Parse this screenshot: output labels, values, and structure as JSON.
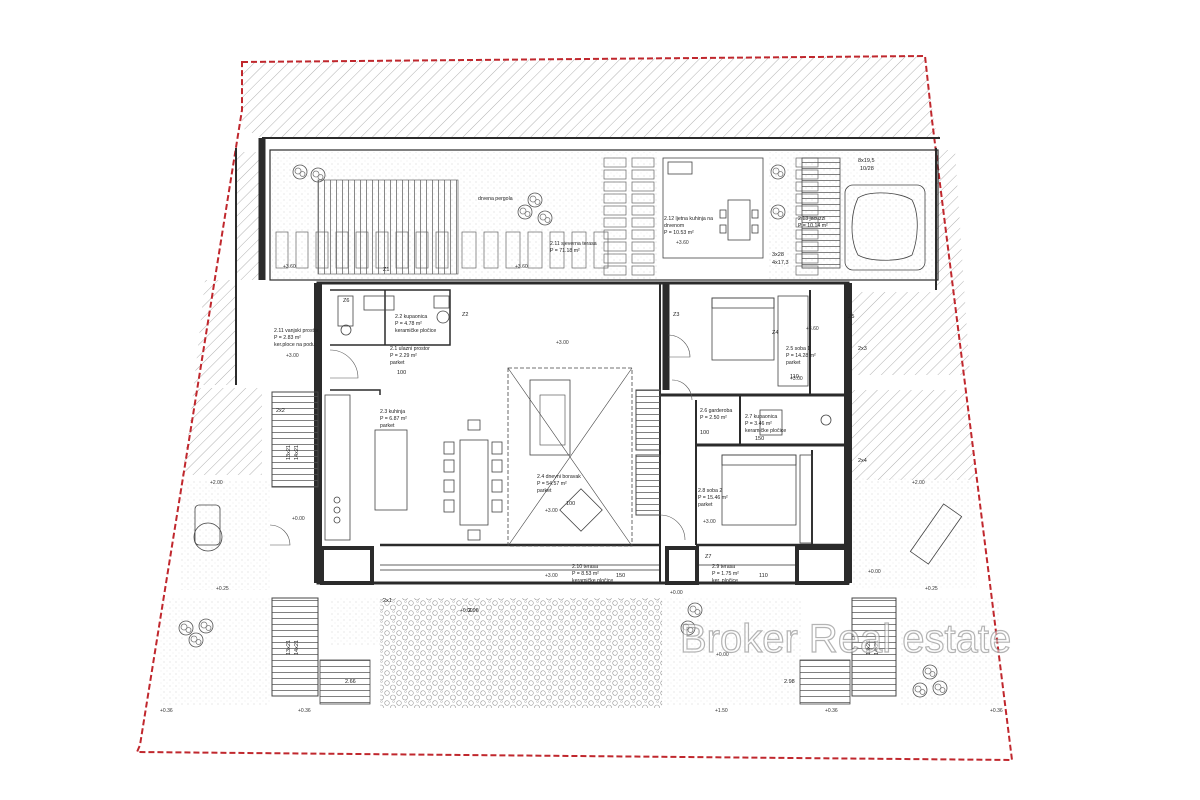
{
  "rooms": {
    "r1": [
      "2.11 vanjski prostor",
      "P = 2.83 m²",
      "ker.ploce na podu"
    ],
    "r2": [
      "2.2 kupaonica",
      "P = 4.78 m²",
      "keramičke pločice"
    ],
    "r3": [
      "2.1 ulazni prostor",
      "P = 2.29 m²",
      "parket"
    ],
    "r4": [
      "2.3 kuhinja",
      "P = 6.87 m²",
      "parket"
    ],
    "r5": [
      "2.4 dnevni boravak",
      "P = 54.57 m²",
      "parket"
    ],
    "r6": [
      "2.5 soba 1",
      "P = 14.28 m²",
      "parket"
    ],
    "r7": [
      "2.6 garderoba",
      "P = 2.50 m²"
    ],
    "r8": [
      "2.7 kupaonica",
      "P = 3.46 m²",
      "keramičke pločice"
    ],
    "r9": [
      "2.8 soba 2",
      "P = 15.46 m²",
      "parket"
    ],
    "r10": [
      "2.9 terasa",
      "P = 1.75 m²",
      "ker. pločice"
    ],
    "r11": [
      "2.10 terasa",
      "P = 8.53 m²",
      "keramičke pločice"
    ],
    "r12": [
      "2.11 sjeverna terasa",
      "P = 71.18 m²"
    ],
    "r13": [
      "2.12 ljetna kuhinja na",
      "drvenom",
      "P = 10.53 m²"
    ],
    "r14": [
      "2.13 jacuzzi",
      "P = 10.14 m²"
    ],
    "pergola": "drvena pergola"
  },
  "levels": {
    "top": [
      "+3.60",
      "+3.60",
      "+3.60",
      "+3.60"
    ],
    "mid": [
      "+3.00",
      "+3.00",
      "+3.00",
      "+3.00",
      "+3.00",
      "+3.00"
    ],
    "low": [
      "+0.00",
      "+0.00",
      "+0.00",
      "+0.25",
      "+0.00",
      "+0.00",
      "+0.25"
    ],
    "bottom": [
      "+0.36",
      "+0.36",
      "+1.50",
      "+0.36",
      "+0.36"
    ],
    "side": [
      "+2.00",
      "+2.00"
    ]
  },
  "tags": [
    "2x1",
    "2x2",
    "2x3",
    "2x4",
    "Z1",
    "Z2",
    "Z3",
    "Z4",
    "Z5",
    "Z6",
    "Z7"
  ],
  "doc_codes": [
    "100",
    "100",
    "150",
    "100",
    "150",
    "110",
    "110"
  ],
  "dims": [
    "8x19,5",
    "10/28",
    "3x28",
    "4x17,3",
    "2.66",
    "2.96",
    "2.98",
    "13x21",
    "14x21"
  ],
  "watermark": "Broker Real estate",
  "colors": {
    "boundary": "#c0272d",
    "wall": "#2b2b2b",
    "hatch": "#b9b9b9",
    "paving": "#8a8a8a"
  }
}
